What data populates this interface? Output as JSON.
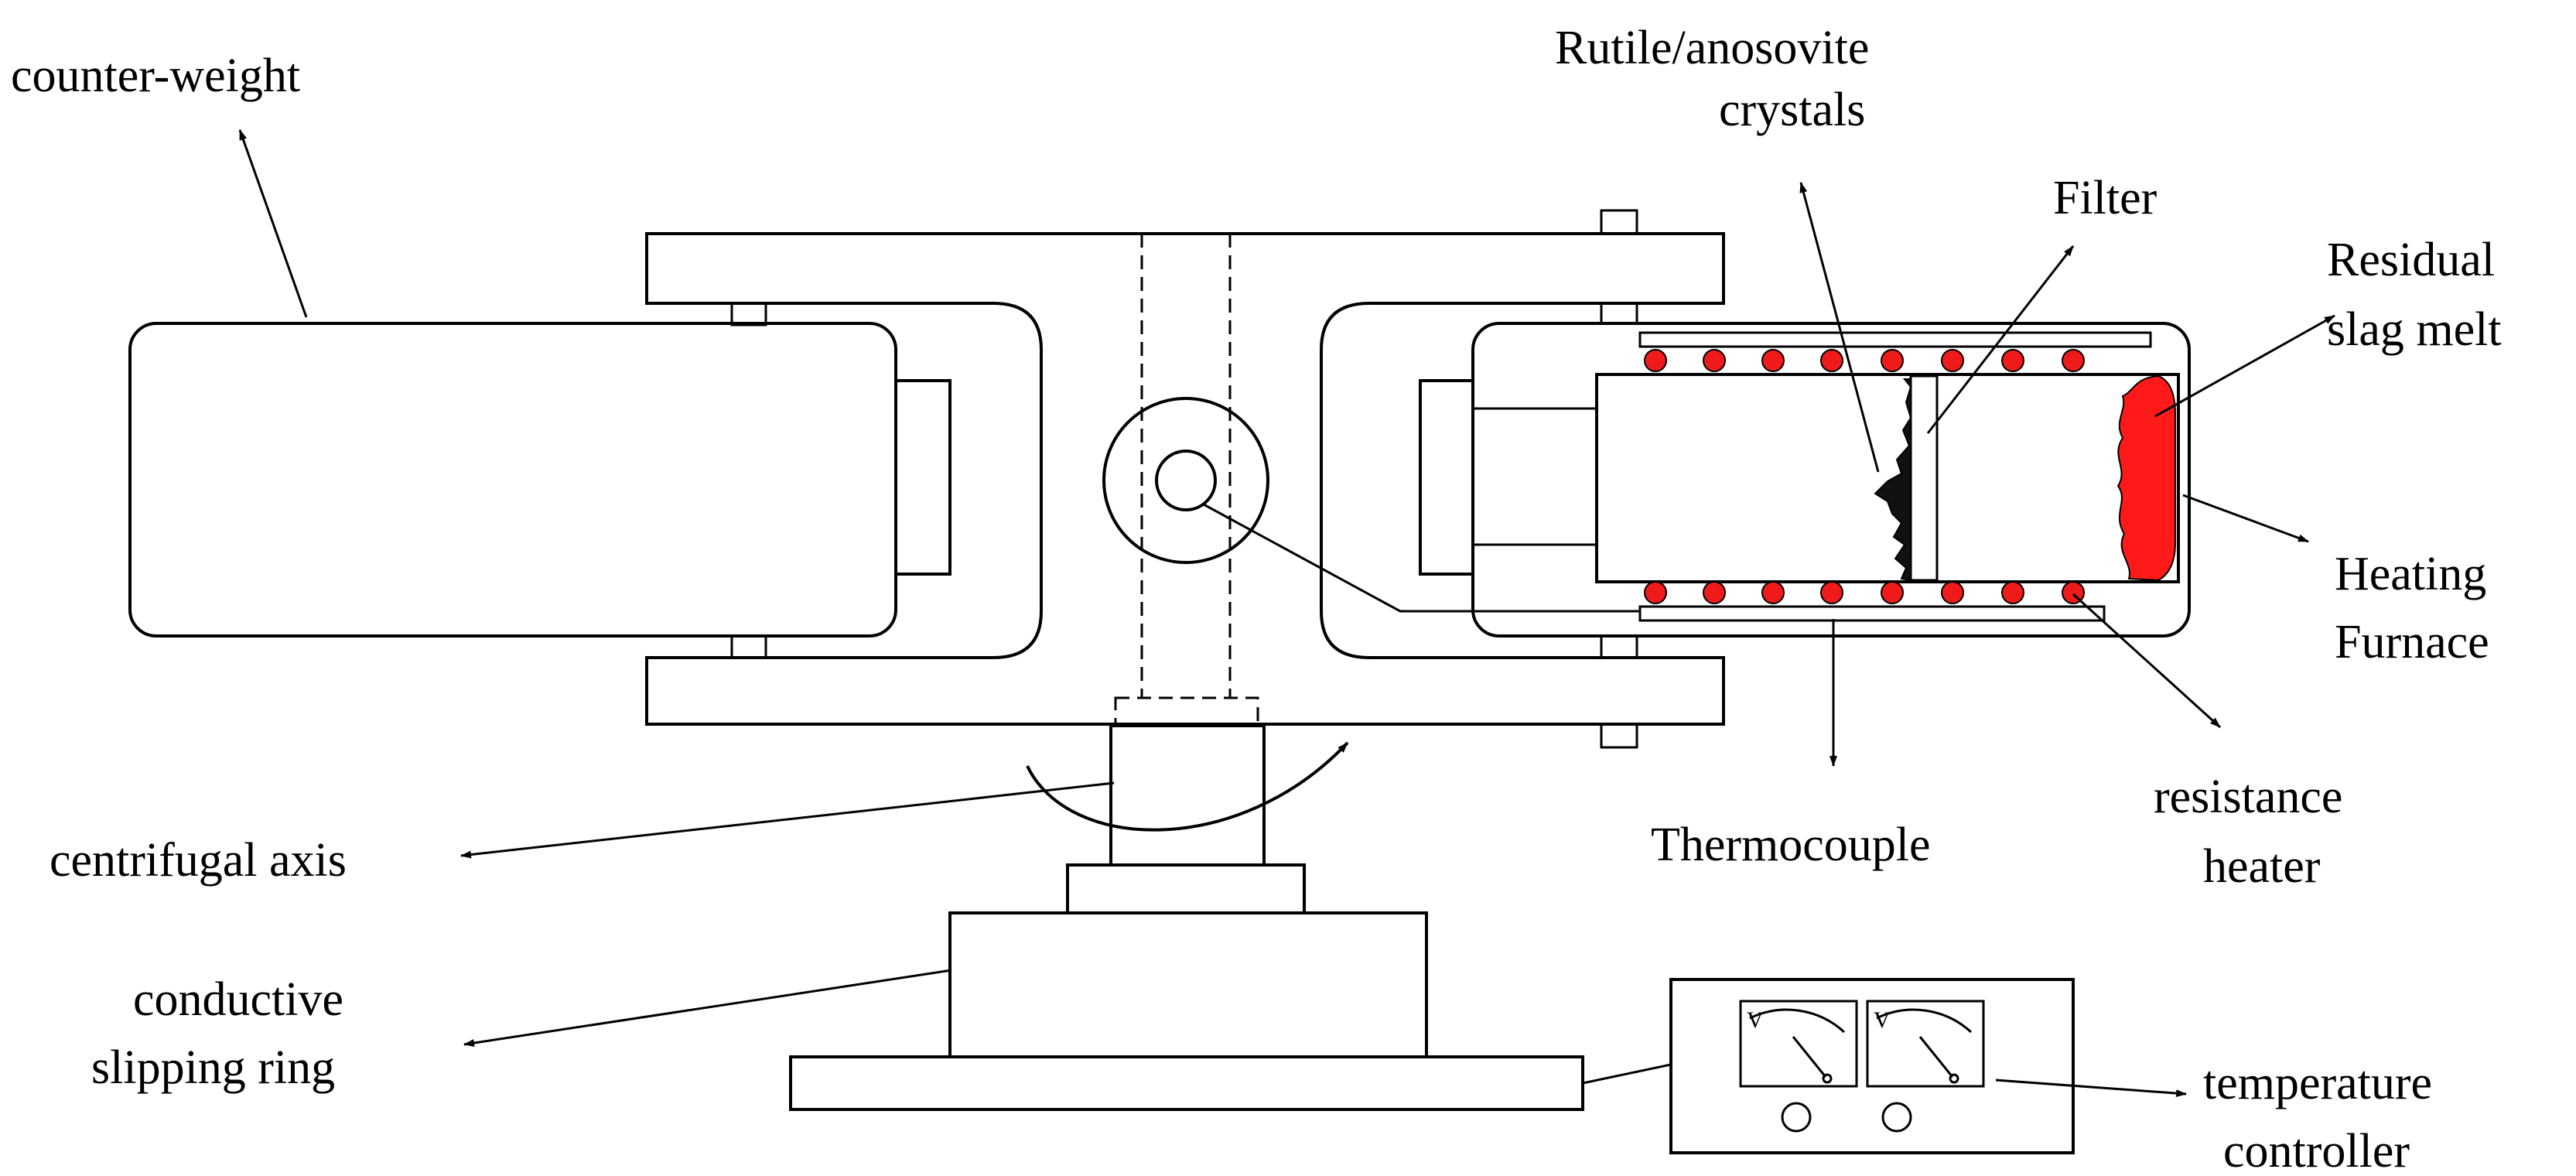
{
  "labels": {
    "counter_weight": "counter-weight",
    "rutile_line1": "Rutile/anosovite",
    "rutile_line2": "crystals",
    "filter": "Filter",
    "residual_line1": "Residual",
    "residual_line2": "slag melt",
    "heating_line1": "Heating",
    "heating_line2": "Furnace",
    "resistance_line1": "resistance",
    "resistance_line2": "heater",
    "thermocouple": "Thermocouple",
    "centrifugal_axis": "centrifugal axis",
    "conductive_line1": "conductive",
    "conductive_line2": "slipping ring",
    "temperature_line1": "temperature",
    "temperature_line2": "controller",
    "gauge_symbol": "V"
  },
  "colors": {
    "frame": "#33ffff",
    "counterweight": "#fcc68a",
    "furnace": "#fbc99b",
    "clamp_pad": "#1c9bd6",
    "axis_ring": "#1c1fd6",
    "base": "#fdc00c",
    "slip_ring": "#d9d9d9",
    "heater_dot": "#ef1b1b",
    "thermocouple_bar": "#ffff00",
    "slag_melt": "#ff1a1a",
    "filter_mesh": "#f5a25a",
    "crystal": "#111111"
  }
}
